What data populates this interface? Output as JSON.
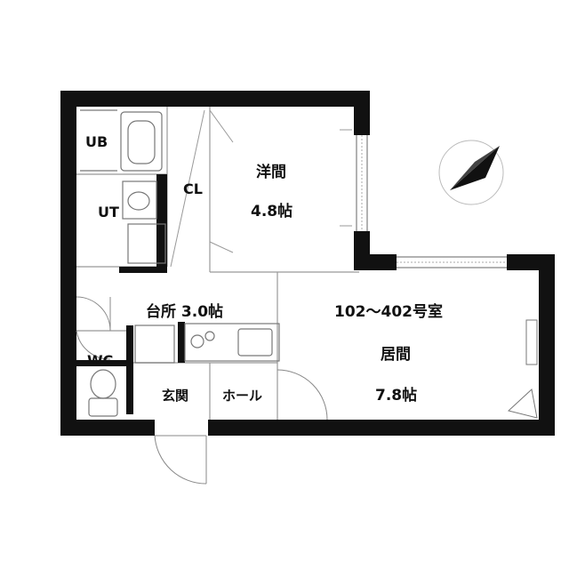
{
  "rooms": {
    "ub": "UB",
    "ut": "UT",
    "cl": "CL",
    "western_name": "洋間",
    "western_size": "4.8帖",
    "kitchen": "台所 3.0帖",
    "unit": "102～402号室",
    "living_name": "居間",
    "living_size": "7.8帖",
    "wc": "WC",
    "entrance": "玄関",
    "hall": "ホール"
  },
  "compass": {
    "icon": "north-arrow-icon"
  },
  "colors": {
    "wall": "#111111",
    "line": "#888888",
    "fill": "#ffffff"
  }
}
